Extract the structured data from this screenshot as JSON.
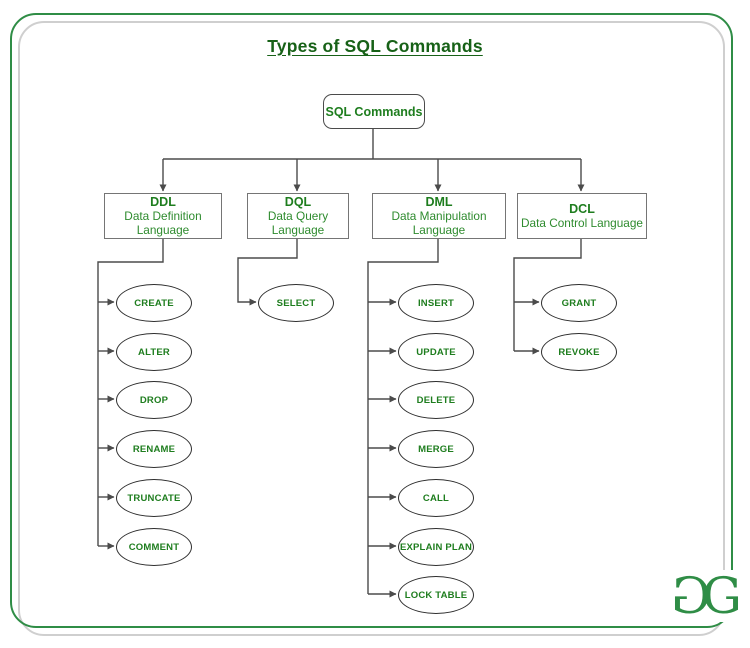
{
  "title": "Types of SQL Commands",
  "root": {
    "label": "SQL Commands"
  },
  "categories": [
    {
      "abbr": "DDL",
      "name_lines": [
        "Data Definition",
        "Language"
      ],
      "commands": [
        "CREATE",
        "ALTER",
        "DROP",
        "RENAME",
        "TRUNCATE",
        "COMMENT"
      ]
    },
    {
      "abbr": "DQL",
      "name_lines": [
        "Data Query",
        "Language"
      ],
      "commands": [
        "SELECT"
      ]
    },
    {
      "abbr": "DML",
      "name_lines": [
        "Data Manipulation",
        "Language"
      ],
      "commands": [
        "INSERT",
        "UPDATE",
        "DELETE",
        "MERGE",
        "CALL",
        "EXPLAIN PLAN",
        "LOCK TABLE"
      ]
    },
    {
      "abbr": "DCL",
      "name_lines": [
        "Data Control Language"
      ],
      "commands": [
        "GRANT",
        "REVOKE"
      ]
    }
  ],
  "logo": {
    "name": "GeeksforGeeks",
    "glyph": "G"
  },
  "colors": {
    "brand_green": "#2f8d46",
    "title_green": "#176117",
    "text_green": "#1e7d1e",
    "name_green": "#2e8b2e",
    "line_gray": "#4b4b4b",
    "box_border_gray": "#757575",
    "frame_shadow_gray": "#cfcfcf"
  }
}
